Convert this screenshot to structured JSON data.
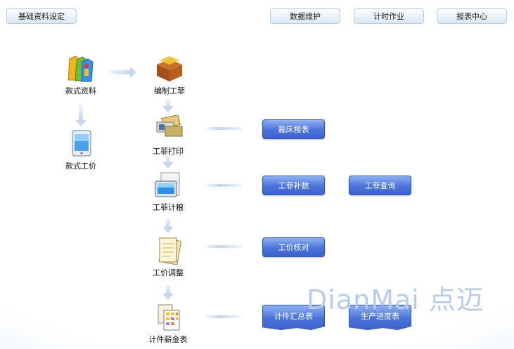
{
  "top_tabs": {
    "basic_settings": "基础资料设定",
    "data_maintenance": "数据维护",
    "piecework": "计时作业",
    "report_center": "报表中心"
  },
  "flow": {
    "style_info": "款式资料",
    "style_price": "款式工价",
    "compile_ticket": "编制工菲",
    "ticket_print": "工菲打印",
    "ticket_count": "工菲计粮",
    "price_adjust": "工价调整",
    "piece_salary": "计件薪金表"
  },
  "reports": {
    "cutting_report": "裁床报表",
    "ticket_supplement": "工菲补数",
    "ticket_query": "工菲查询",
    "price_check": "工价核对",
    "piece_summary": "计件汇总表",
    "production_progress": "生产进度表"
  },
  "watermark": "DianMai 点迈",
  "colors": {
    "button_blue": "#4a73d9",
    "tab_border": "#b9cde3"
  }
}
